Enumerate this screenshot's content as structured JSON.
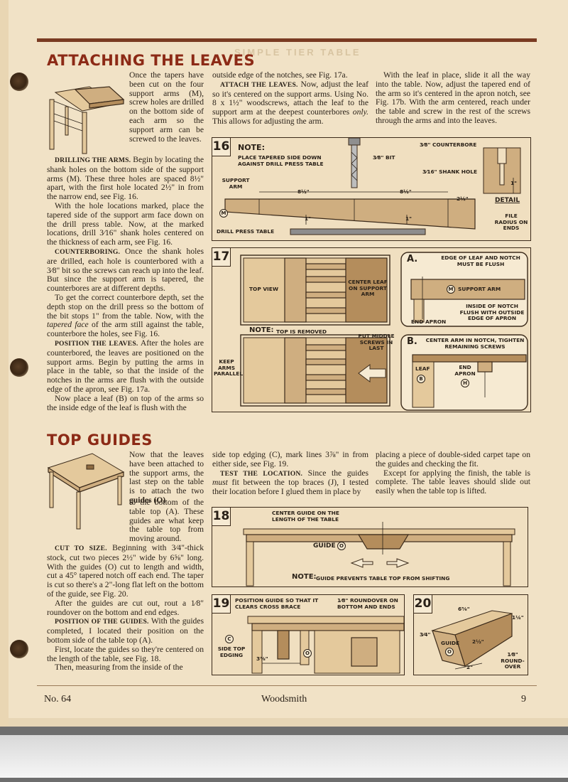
{
  "header_faint": "SIMPLE TIER TABLE",
  "sections": {
    "leaves": {
      "title": "ATTACHING THE LEAVES",
      "col1_intro": "Once the tapers have been cut on the four support arms (M), screw holes are drilled on the bottom side of each arm so the support arm can be screwed to the leaves.",
      "col1_p1_rh": "DRILLING THE ARMS.",
      "col1_p1": "Begin by locating the shank holes on the bottom side of the support arms (M). These three holes are spaced 8½\" apart, with the first hole located 2½\" in from the narrow end, see Fig. 16.",
      "col1_p2": "With the hole locations marked, place the tapered side of the support arm face down on the drill press table. Now, at the marked locations, drill 3⁄16\" shank holes centered on the thickness of each arm, see Fig. 16.",
      "col1_p3_rh": "COUNTERBORING.",
      "col1_p3": "Once the shank holes are drilled, each hole is counterbored with a 3⁄8\" bit so the screws can reach up into the leaf. But since the support arm is tapered, the counterbores are at different depths.",
      "col1_p4": "To get the correct counterbore depth, set the depth stop on the drill press so the bottom of the bit stops 1\" from the table. Now, with the",
      "col1_p4_it": "tapered face",
      "col1_p4_end": "of the arm still against the table, counterbore the holes, see Fig. 16.",
      "col1_p5_rh": "POSITION THE LEAVES.",
      "col1_p5": "After the holes are counterbored, the leaves are positioned on the support arms. Begin by putting the arms in place in the table, so that the inside of the notches in the arms are flush with the outside edge of the apron, see Fig. 17a.",
      "col1_p6": "Now place a leaf (B) on top of the arms so the inside edge of the leaf is flush with the",
      "col2_p1": "outside edge of the notches, see Fig. 17a.",
      "col2_p2_rh": "ATTACH THE LEAVES.",
      "col2_p2": "Now, adjust the leaf so it's centered on the support arms. Using No. 8 x 1½\" woodscrews, attach the leaf to the support arm at the deepest counterbores",
      "col2_p2_it": "only.",
      "col2_p2_end": "This allows for adjusting the arm.",
      "col3_p1": "With the leaf in place, slide it all the way into the table. Now, adjust the tapered end of the arm so it's centered in the apron notch, see Fig. 17b. With the arm centered, reach under the table and screw in the rest of the screws through the arms and into the leaves."
    },
    "guides": {
      "title": "TOP GUIDES",
      "col1_intro_a": "Now that the leaves have been attached to the support arms, the last step on the table is to attach the two",
      "col1_intro_b": "guides (O)",
      "col1_intro_c": "to the bottom of the table top (A). These guides are what keep the table top from moving around.",
      "col1_p1_rh": "CUT TO SIZE.",
      "col1_p1": "Beginning with 3⁄4\"-thick stock, cut two pieces 2½\" wide by 6⅝\" long. With the guides (O) cut to length and width, cut a 45° tapered notch off each end. The taper is cut so there's a 2\"-long flat left on the bottom of the guide, see Fig. 20.",
      "col1_p2": "After the guides are cut out, rout a 1⁄8\" roundover on the bottom and end edges.",
      "col1_p3_rh": "POSITION OF THE GUIDES.",
      "col1_p3": "With the guides completed, I located their position on the bottom side of the table top (A).",
      "col1_p4": "First, locate the guides so they're centered on the length of the table, see Fig. 18.",
      "col1_p5": "Then, measuring from the inside of the",
      "col2_p1": "side top edging (C), mark lines 3⅞\" in from either side, see Fig. 19.",
      "col2_p2_rh": "TEST THE LOCATION.",
      "col2_p2_a": "Since the guides",
      "col2_p2_it": "must",
      "col2_p2_b": "fit between the top braces (J), I tested their location before I glued them in place by",
      "col3_p1": "placing a piece of double-sided carpet tape on the guides and checking the fit.",
      "col3_p2": "Except for applying the finish, the table is complete. The table leaves should slide out easily when the table top is lifted."
    }
  },
  "figures": {
    "fig16": {
      "number": "16",
      "note_title": "NOTE:",
      "note_text": "PLACE TAPERED SIDE DOWN AGAINST DRILL PRESS TABLE",
      "support_arm": "SUPPORT ARM",
      "m_marker": "M",
      "bit": "3⁄8\" BIT",
      "dim1": "8½\"",
      "dim2": "8½\"",
      "dim3": "2½\"",
      "one_a": "1\"",
      "one_b": "1\"",
      "drill_press_table": "DRILL PRESS TABLE",
      "counterbore": "3⁄8\" COUNTERBORE",
      "shank_hole": "3⁄16\" SHANK HOLE",
      "one_detail": "1\"",
      "detail": "DETAIL",
      "file_radius": "FILE RADIUS ON ENDS"
    },
    "fig17": {
      "number": "17",
      "top_view": "TOP VIEW",
      "center_leaf": "CENTER LEAF ON SUPPORT ARM",
      "note_title": "NOTE:",
      "note_text": "TOP IS REMOVED",
      "put_middle": "PUT MIDDLE SCREWS IN LAST",
      "keep_arms": "KEEP ARMS PARALLEL",
      "a_label": "a.",
      "edge_leaf": "EDGE OF LEAF AND NOTCH MUST BE FLUSH",
      "support_arm": "SUPPORT ARM",
      "m_marker": "M",
      "inside_notch": "INSIDE OF NOTCH FLUSH WITH OUTSIDE EDGE OF APRON",
      "end_apron": "END APRON",
      "b_label": "b.",
      "center_arm": "CENTER ARM IN NOTCH, TIGHTEN REMAINING SCREWS",
      "leaf": "LEAF",
      "b_marker": "B",
      "end_apron2": "END APRON",
      "h_marker": "H"
    },
    "fig18": {
      "number": "18",
      "center_guide": "CENTER GUIDE ON THE LENGTH OF THE TABLE",
      "guide": "GUIDE",
      "o_marker": "O",
      "note_title": "NOTE:",
      "note_text": "GUIDE PREVENTS TABLE TOP FROM SHIFTING"
    },
    "fig19": {
      "number": "19",
      "position_guide": "POSITION GUIDE SO THAT IT CLEARS CROSS BRACE",
      "roundover": "1⁄8\" ROUNDOVER ON BOTTOM AND ENDS",
      "c_marker": "C",
      "side_top": "SIDE TOP EDGING",
      "dim": "3⅞\"",
      "o_marker": "O"
    },
    "fig20": {
      "number": "20",
      "dim_len": "6⅝\"",
      "dim_h": "1¼\"",
      "dim_t": "3⁄4\"",
      "guide": "GUIDE",
      "o_marker": "O",
      "dim_w": "2½\"",
      "dim_flat": "2\"",
      "roundover": "1⁄8\" ROUND-OVER"
    }
  },
  "footer": {
    "issue": "No. 64",
    "magazine": "Woodsmith",
    "page": "9"
  }
}
